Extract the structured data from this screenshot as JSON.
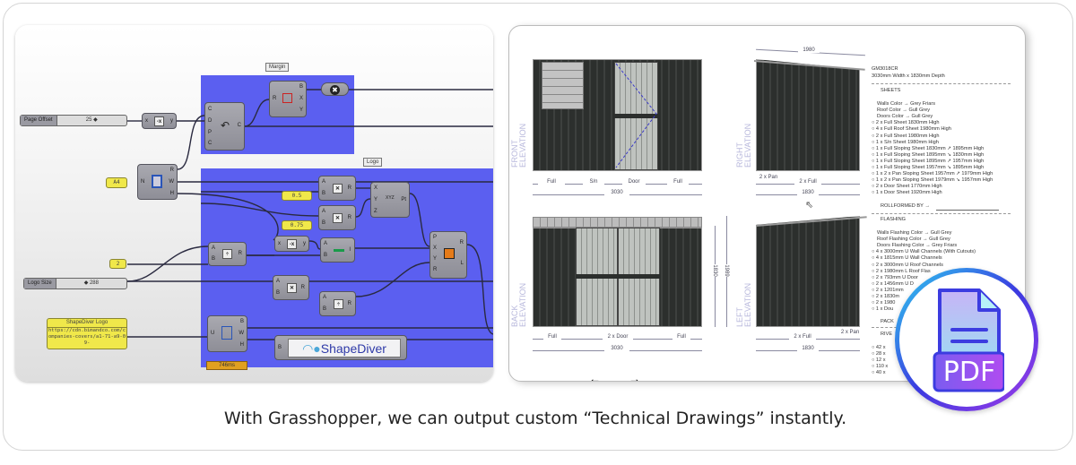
{
  "caption": "With Grasshopper, we can output custom “Technical Drawings” instantly.",
  "graph": {
    "groups": {
      "margin": "Margin",
      "logo": "Logo"
    },
    "page_offset": {
      "label": "Page Offset",
      "value": "25 ◆"
    },
    "logo_size": {
      "label": "Logo Size",
      "value": "◆ 288"
    },
    "panels": {
      "a4": "A4",
      "half": "0.5",
      "three_quarter": "0.75",
      "two": "2"
    },
    "shapediver_panel": {
      "title": "ShapeDiver Logo",
      "value": "https://cdn.bimandco.com/companies-covers/a1-71-a9-09-"
    },
    "timing": "746ms",
    "logo_text": "ShapeDiver"
  },
  "drawing": {
    "front": {
      "label1": "FRONT",
      "label2": "ELEVATION",
      "dims": [
        "Full",
        "S/n",
        "Door",
        "Full"
      ],
      "total": "3030"
    },
    "right": {
      "label1": "RIGHT",
      "label2": "ELEVATION",
      "top": "1980",
      "dims": [
        "2 x Pan",
        "2 x Full"
      ],
      "total": "1830"
    },
    "back": {
      "label1": "BACK",
      "label2": "ELEVATION",
      "dims": [
        "Full",
        "2 x Door",
        "Full"
      ],
      "total": "3030",
      "h1": "1830",
      "h2": "1989"
    },
    "left": {
      "label1": "LEFT",
      "label2": "ELEVATION",
      "dims": [
        "2 x Full",
        "2 x Pan"
      ],
      "total": "1830"
    }
  },
  "bom": {
    "code": "GM3018CR",
    "size": "3030mm Width x 1830mm Depth",
    "sheets_title": "SHEETS",
    "sheets": [
      "Walls Color → Grey Friars",
      "Roof Color → Gull Grey",
      "Doors Color → Gull Grey",
      "2 x Full Sheet 1830mm High",
      "4 x Full Roof Sheet 1980mm High",
      "2 x Full Sheet 1980mm High",
      "1 x S/n Sheet 1980mm High",
      "1 x Full Sloping Sheet 1830mm ↗ 1895mm High",
      "1 x Full Sloping Sheet 1895mm ↘ 1830mm High",
      "1 x Full Sloping Sheet 1895mm ↗ 1957mm High",
      "1 x Full Sloping Sheet 1957mm ↘ 1895mm High",
      "1 x 2 x Pan Sloping Sheet 1957mm ↗ 1979mm High",
      "1 x 2 x Pan Sloping Sheet 1979mm ↘ 1957mm High",
      "2 x Door Sheet 1770mm High",
      "1 x Door Sheet 1920mm High"
    ],
    "rollformed": "ROLLFORMED BY →",
    "flashing_title": "FLASHING",
    "flashing": [
      "Walls Flashing Color → Gull Grey",
      "Roof Flashing Color → Gull Grey",
      "Doors Flashing Color → Grey Friars",
      "4 x 3000mm U Wall Channels (With Cutouts)",
      "4 x 1815mm U Wall Channels",
      "2 x 3000mm U Roof Channels",
      "2 x 1980mm L Roof Flas",
      "2 x 793mm U Door",
      "2 x 1456mm U D",
      "2 x 1201mm",
      "2 x 1830m",
      "2 x 1980",
      "1 x Dou"
    ],
    "pack_title": "PACK",
    "rivets_title": "RIVE",
    "rivets": [
      "42 x",
      "28 x",
      "12 x",
      "110 x",
      "40 x"
    ]
  },
  "pdf": {
    "label": "PDF"
  }
}
